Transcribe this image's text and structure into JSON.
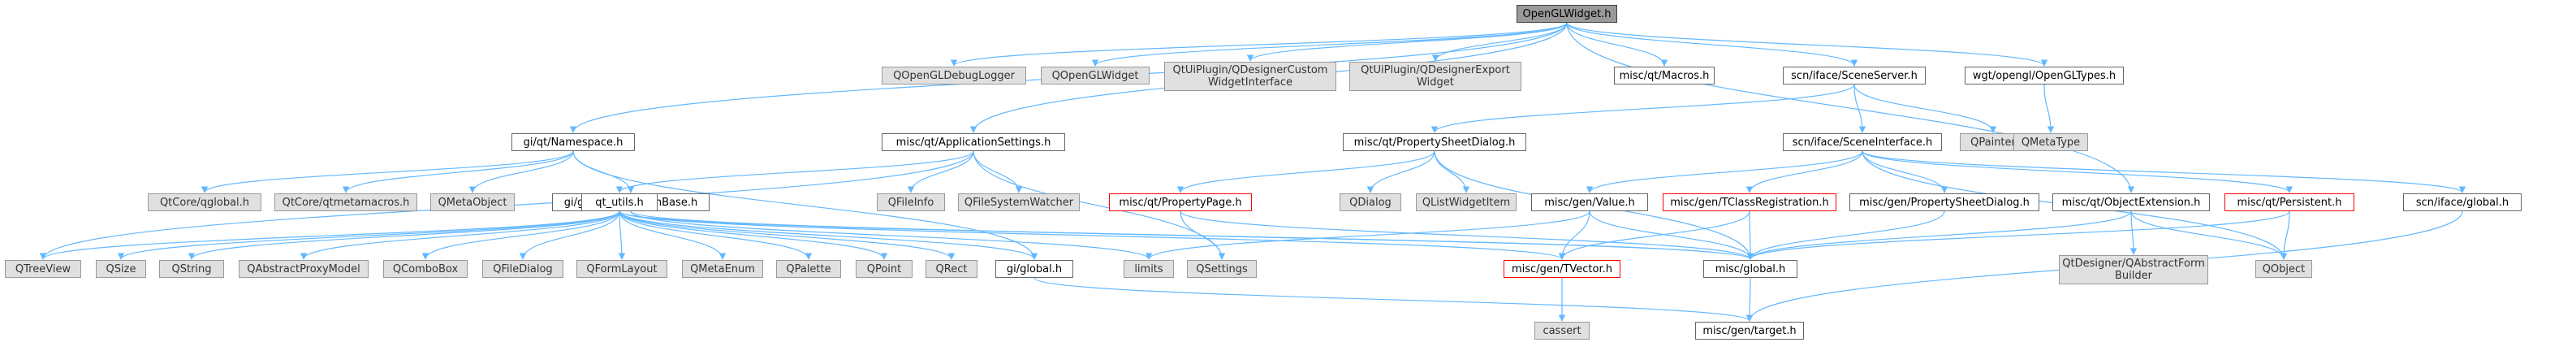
{
  "diagram": {
    "nodes": {
      "root": "OpenGLWidget.h",
      "qopengldebuglogger": "QOpenGLDebugLogger",
      "qopenglwidget": "QOpenGLWidget",
      "qdesignercustom": "QtUiPlugin/QDesignerCustom\nWidgetInterface",
      "qdesignerexport": "QtUiPlugin/QDesignerExport\nWidget",
      "macros": "misc/qt/Macros.h",
      "sceneserver": "scn/iface/SceneServer.h",
      "opengltypes": "wgt/opengl/OpenGLTypes.h",
      "namespace": "gi/qt/Namespace.h",
      "appsettings": "misc/qt/ApplicationSettings.h",
      "propsheetdialog": "misc/qt/PropertySheetDialog.h",
      "sceneinterface": "scn/iface/SceneInterface.h",
      "qpainter": "QPainter",
      "qmetatype": "QMetaType",
      "qglobal": "QtCore/qglobal.h",
      "qtmetamacros": "QtCore/qtmetamacros.h",
      "qmetaobject": "QMetaObject",
      "infobase": "gi/gen/InformationBase.h",
      "qtutils": "qt_utils.h",
      "qfileinfo": "QFileInfo",
      "qfilesystemwatcher": "QFileSystemWatcher",
      "propertypage": "misc/qt/PropertyPage.h",
      "qdialog": "QDialog",
      "qlistwidgetitem": "QListWidgetItem",
      "value": "misc/gen/Value.h",
      "tclassreg": "misc/gen/TClassRegistration.h",
      "genpropsheet": "misc/gen/PropertySheetDialog.h",
      "objectext": "misc/qt/ObjectExtension.h",
      "persistent": "misc/qt/Persistent.h",
      "ifaceglobal": "scn/iface/global.h",
      "qtreeview": "QTreeView",
      "qsize": "QSize",
      "qstring": "QString",
      "qabstractproxymodel": "QAbstractProxyModel",
      "qcombobox": "QComboBox",
      "qfiledialog": "QFileDialog",
      "qformlayout": "QFormLayout",
      "qmetaenum": "QMetaEnum",
      "qpalette": "QPalette",
      "qpoint": "QPoint",
      "qrect": "QRect",
      "giglobal": "gi/global.h",
      "limits": "limits",
      "qsettings": "QSettings",
      "tvector": "misc/gen/TVector.h",
      "miscglobal": "misc/global.h",
      "qdesignerform": "QtDesigner/QAbstractForm\nBuilder",
      "qobject": "QObject",
      "cassert": "cassert",
      "target": "misc/gen/target.h"
    },
    "edges": [
      [
        "root",
        "qopengldebuglogger"
      ],
      [
        "root",
        "qopenglwidget"
      ],
      [
        "root",
        "qdesignercustom"
      ],
      [
        "root",
        "qdesignerexport"
      ],
      [
        "root",
        "macros"
      ],
      [
        "root",
        "sceneserver"
      ],
      [
        "root",
        "opengltypes"
      ],
      [
        "root",
        "namespace"
      ],
      [
        "root",
        "appsettings"
      ],
      [
        "root",
        "objectext"
      ],
      [
        "sceneserver",
        "propsheetdialog"
      ],
      [
        "sceneserver",
        "sceneinterface"
      ],
      [
        "sceneserver",
        "qpainter"
      ],
      [
        "opengltypes",
        "qmetatype"
      ],
      [
        "namespace",
        "qglobal"
      ],
      [
        "namespace",
        "qtmetamacros"
      ],
      [
        "namespace",
        "qmetaobject"
      ],
      [
        "namespace",
        "infobase"
      ],
      [
        "namespace",
        "giglobal"
      ],
      [
        "appsettings",
        "qtutils"
      ],
      [
        "appsettings",
        "qfileinfo"
      ],
      [
        "appsettings",
        "qfilesystemwatcher"
      ],
      [
        "appsettings",
        "qsettings"
      ],
      [
        "appsettings",
        "qtreeview"
      ],
      [
        "propsheetdialog",
        "propertypage"
      ],
      [
        "propsheetdialog",
        "qdialog"
      ],
      [
        "propsheetdialog",
        "qlistwidgetitem"
      ],
      [
        "propsheetdialog",
        "miscglobal"
      ],
      [
        "sceneinterface",
        "value"
      ],
      [
        "sceneinterface",
        "tclassreg"
      ],
      [
        "sceneinterface",
        "genpropsheet"
      ],
      [
        "sceneinterface",
        "persistent"
      ],
      [
        "sceneinterface",
        "ifaceglobal"
      ],
      [
        "sceneinterface",
        "qobject"
      ],
      [
        "infobase",
        "limits"
      ],
      [
        "infobase",
        "miscglobal"
      ],
      [
        "qtutils",
        "qtreeview"
      ],
      [
        "qtutils",
        "qsize"
      ],
      [
        "qtutils",
        "qstring"
      ],
      [
        "qtutils",
        "qabstractproxymodel"
      ],
      [
        "qtutils",
        "qcombobox"
      ],
      [
        "qtutils",
        "qfiledialog"
      ],
      [
        "qtutils",
        "qformlayout"
      ],
      [
        "qtutils",
        "qmetaenum"
      ],
      [
        "qtutils",
        "qpalette"
      ],
      [
        "qtutils",
        "qpoint"
      ],
      [
        "qtutils",
        "qrect"
      ],
      [
        "qtutils",
        "giglobal"
      ],
      [
        "qtutils",
        "tvector"
      ],
      [
        "qtutils",
        "miscglobal"
      ],
      [
        "propertypage",
        "qsettings"
      ],
      [
        "propertypage",
        "miscglobal"
      ],
      [
        "value",
        "limits"
      ],
      [
        "value",
        "tvector"
      ],
      [
        "value",
        "miscglobal"
      ],
      [
        "tclassreg",
        "tvector"
      ],
      [
        "tclassreg",
        "miscglobal"
      ],
      [
        "genpropsheet",
        "miscglobal"
      ],
      [
        "objectext",
        "miscglobal"
      ],
      [
        "objectext",
        "qdesignerform"
      ],
      [
        "objectext",
        "qobject"
      ],
      [
        "persistent",
        "qobject"
      ],
      [
        "persistent",
        "miscglobal"
      ],
      [
        "ifaceglobal",
        "target"
      ],
      [
        "giglobal",
        "target"
      ],
      [
        "tvector",
        "cassert"
      ],
      [
        "miscglobal",
        "target"
      ]
    ]
  }
}
